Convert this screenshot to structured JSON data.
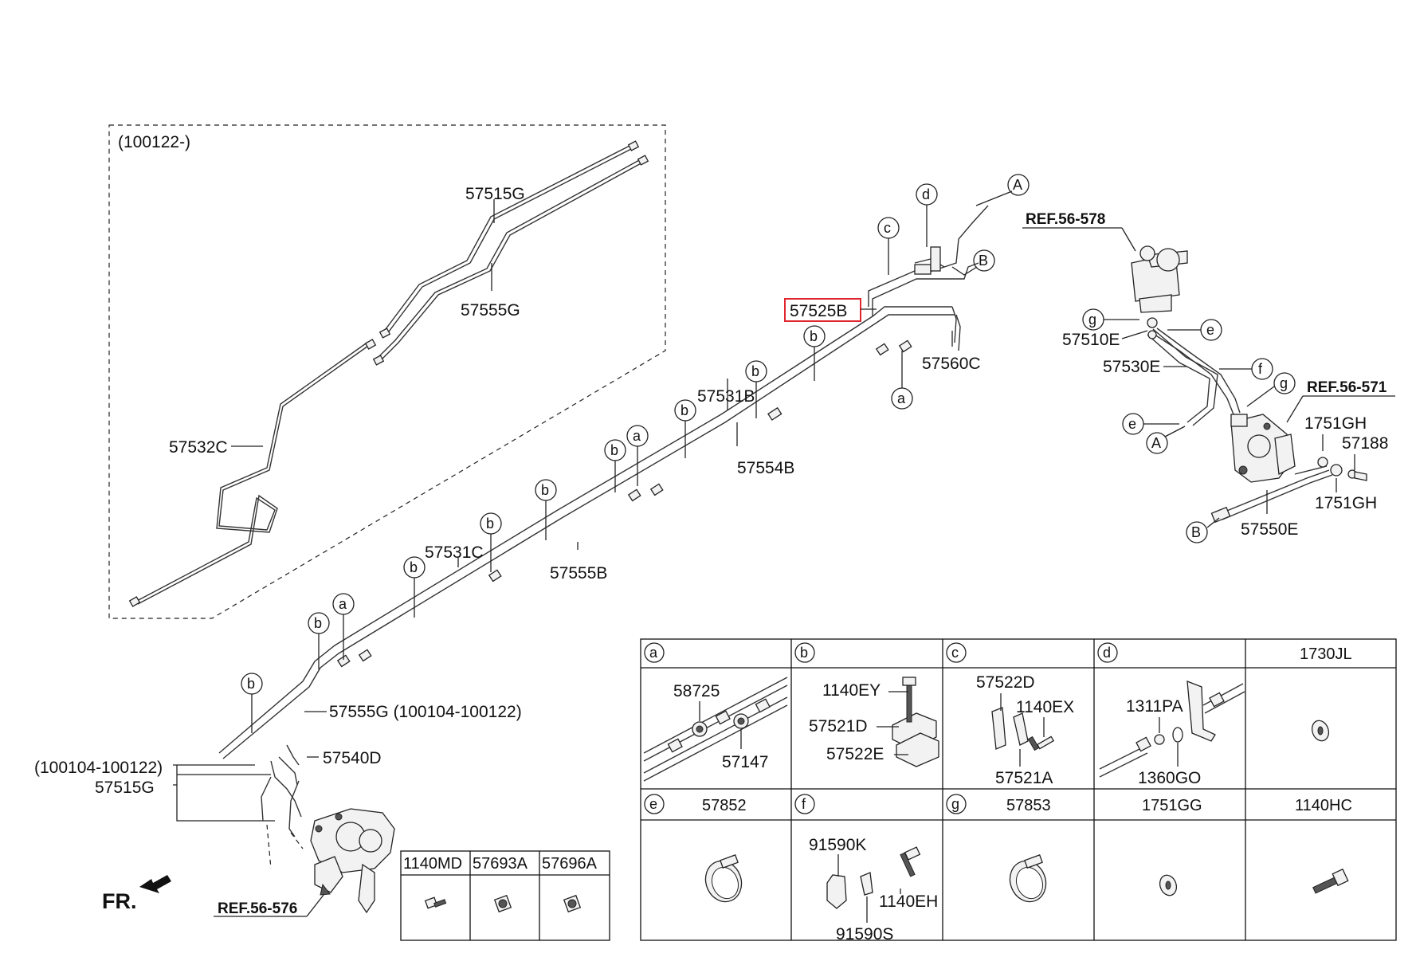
{
  "inset": {
    "date_label": "(100122-)"
  },
  "part_labels": {
    "p57515G_top": "57515G",
    "p57555G_top": "57555G",
    "p57532C": "57532C",
    "p57525B": "57525B",
    "p57560C": "57560C",
    "p57531B": "57531B",
    "p57554B": "57554B",
    "p57531C": "57531C",
    "p57555B": "57555B",
    "p57555G_bottom": "57555G (100104-100122)",
    "p57540D": "57540D",
    "p_date_100104": "(100104-100122)",
    "p57515G_bottom": "57515G",
    "p57510E": "57510E",
    "p57530E": "57530E",
    "p1751GH_top": "1751GH",
    "p57188": "57188",
    "p1751GH_bottom": "1751GH",
    "p57550E": "57550E"
  },
  "references": {
    "ref_578": "REF.56-578",
    "ref_571": "REF.56-571",
    "ref_576": "REF.56-576"
  },
  "direction": {
    "front": "FR."
  },
  "callouts": {
    "A": "A",
    "B": "B",
    "a": "a",
    "b": "b",
    "c": "c",
    "d": "d",
    "e": "e",
    "f": "f",
    "g": "g"
  },
  "small_table": {
    "headers": [
      "1140MD",
      "57693A",
      "57696A"
    ]
  },
  "legend": {
    "row1": [
      {
        "key": "a",
        "header": "",
        "parts": [
          "58725",
          "57147"
        ]
      },
      {
        "key": "b",
        "header": "",
        "parts": [
          "1140EY",
          "57521D",
          "57522E"
        ]
      },
      {
        "key": "c",
        "header": "",
        "parts": [
          "57522D",
          "1140EX",
          "57521A"
        ]
      },
      {
        "key": "d",
        "header": "",
        "parts": [
          "1311PA",
          "1360GO"
        ]
      },
      {
        "key": "",
        "header": "1730JL",
        "parts": []
      }
    ],
    "row2": [
      {
        "key": "e",
        "header": "57852",
        "parts": []
      },
      {
        "key": "f",
        "header": "",
        "parts": [
          "91590K",
          "1140EH",
          "91590S"
        ]
      },
      {
        "key": "g",
        "header": "57853",
        "parts": []
      },
      {
        "key": "",
        "header": "1751GG",
        "parts": []
      },
      {
        "key": "",
        "header": "1140HC",
        "parts": []
      }
    ]
  },
  "colors": {
    "highlight": "#e0262f",
    "line": "#222222"
  }
}
